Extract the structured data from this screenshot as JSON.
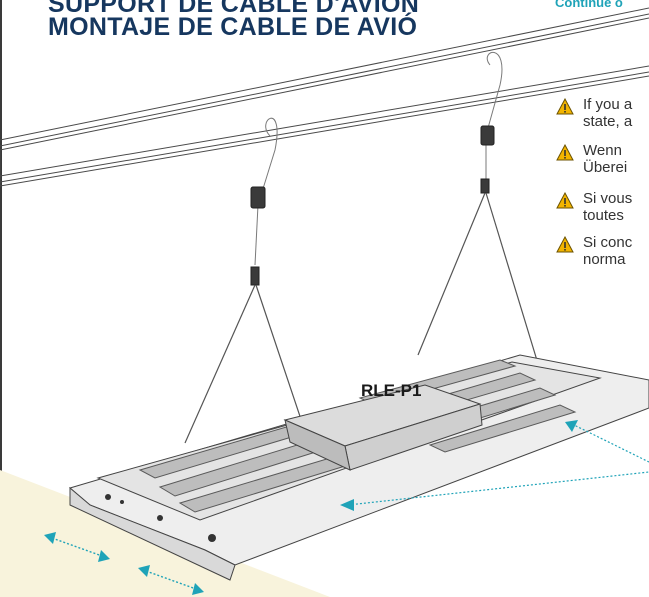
{
  "header": {
    "title_line1": "SUPPORT DE CÂBLE D'AVION",
    "title_line2": "MONTAJE DE CABLE DE AVIÓ",
    "continue_label": "Continue o"
  },
  "warnings": [
    {
      "icon": "warning-triangle-icon",
      "line1": "If you a",
      "line2": "state, a"
    },
    {
      "icon": "warning-triangle-icon",
      "line1": "Wenn",
      "line2": "Überei"
    },
    {
      "icon": "warning-triangle-icon",
      "line1": "Si vous",
      "line2": "toutes"
    },
    {
      "icon": "warning-triangle-icon",
      "line1": "Si conc",
      "line2": "norma"
    }
  ],
  "fixture": {
    "model_label": "RLE-P1"
  },
  "colors": {
    "title": "#16375f",
    "accent": "#1fa3b8",
    "warning": "#f2b400",
    "floor": "#f8f3dc"
  }
}
